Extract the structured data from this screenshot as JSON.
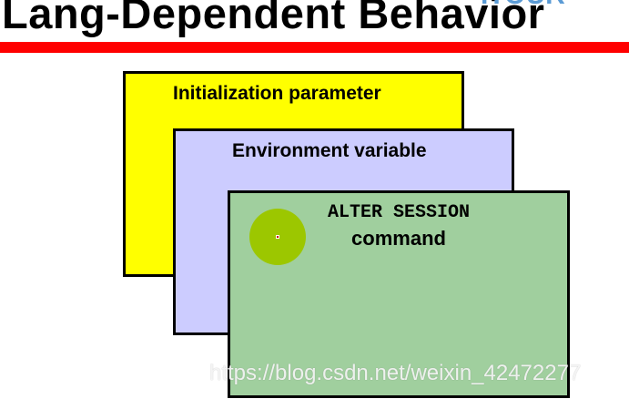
{
  "header": {
    "title": "Lang-Dependent Behavior",
    "corner_logo": "ITOUR",
    "rule_color": "#ff0000"
  },
  "diagram": {
    "layers": [
      {
        "label": "Initialization parameter",
        "color": "#ffff00"
      },
      {
        "label": "Environment variable",
        "color": "#ccccff"
      },
      {
        "label_line1": "ALTER SESSION",
        "label_line2": "command",
        "color": "#a0cf9e"
      }
    ],
    "pointer_color": "#9cc700"
  },
  "watermark": "https://blog.csdn.net/weixin_42472277"
}
